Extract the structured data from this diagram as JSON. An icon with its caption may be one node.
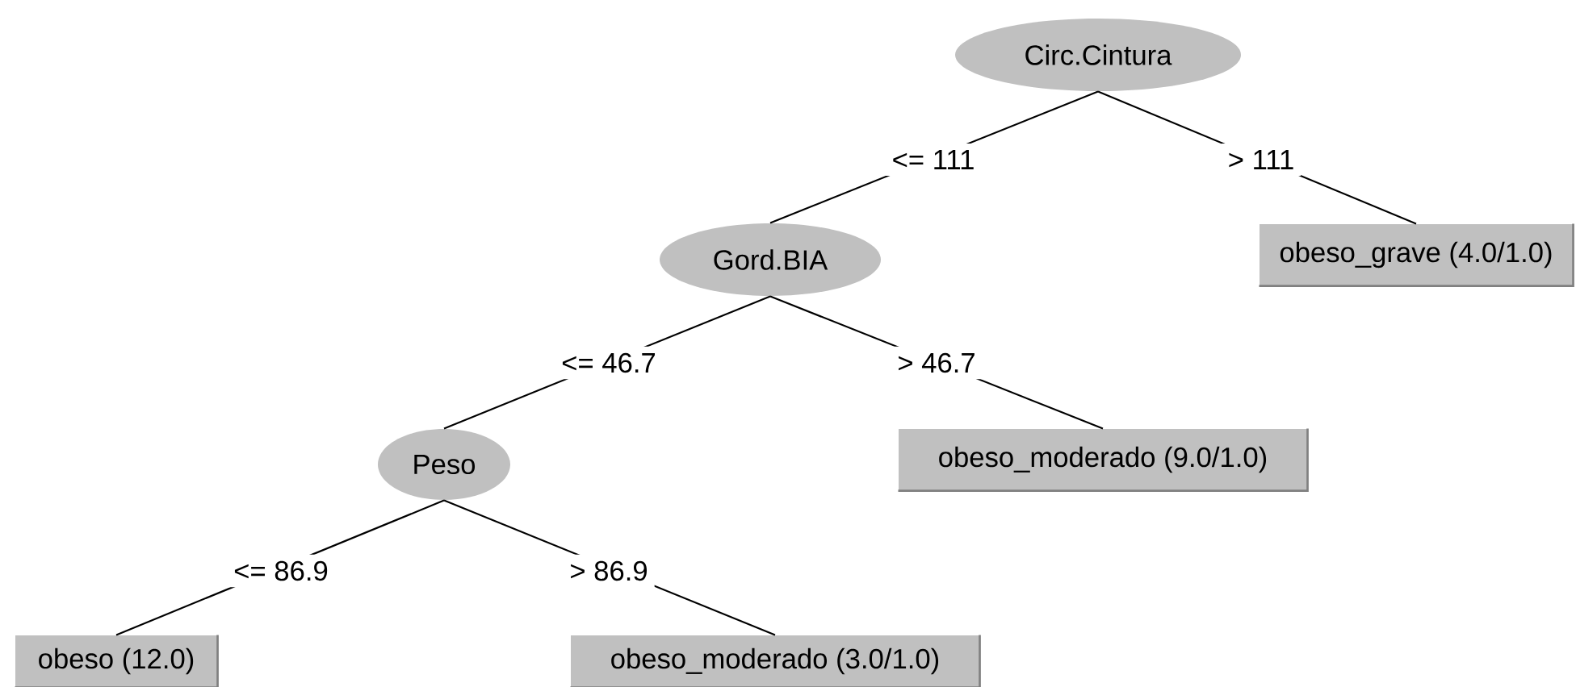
{
  "diagram": {
    "nodes": [
      {
        "text": [
          "Circ.Cintura"
        ]
      },
      {
        "text": [
          "Gord.BIA"
        ]
      },
      {
        "text": [
          "obeso_grave (4.0/1.0)"
        ]
      },
      {
        "text": [
          "Peso"
        ]
      },
      {
        "text": [
          "obeso_moderado (9.0/1.0)"
        ]
      },
      {
        "text": [
          "obeso (12.0)"
        ]
      },
      {
        "text": [
          "obeso_moderado (3.0/1.0)"
        ]
      }
    ],
    "edges": [
      {
        "from": 0,
        "to": 1,
        "arrow": "none",
        "label": "<= 111"
      },
      {
        "from": 0,
        "to": 2,
        "arrow": "none",
        "label": "> 111"
      },
      {
        "from": 1,
        "to": 3,
        "arrow": "none",
        "label": "<= 46.7"
      },
      {
        "from": 1,
        "to": 4,
        "arrow": "none",
        "label": "> 46.7"
      },
      {
        "from": 3,
        "to": 5,
        "arrow": "none",
        "label": "<= 86.9"
      },
      {
        "from": 3,
        "to": 6,
        "arrow": "none",
        "label": "> 86.9"
      }
    ]
  }
}
